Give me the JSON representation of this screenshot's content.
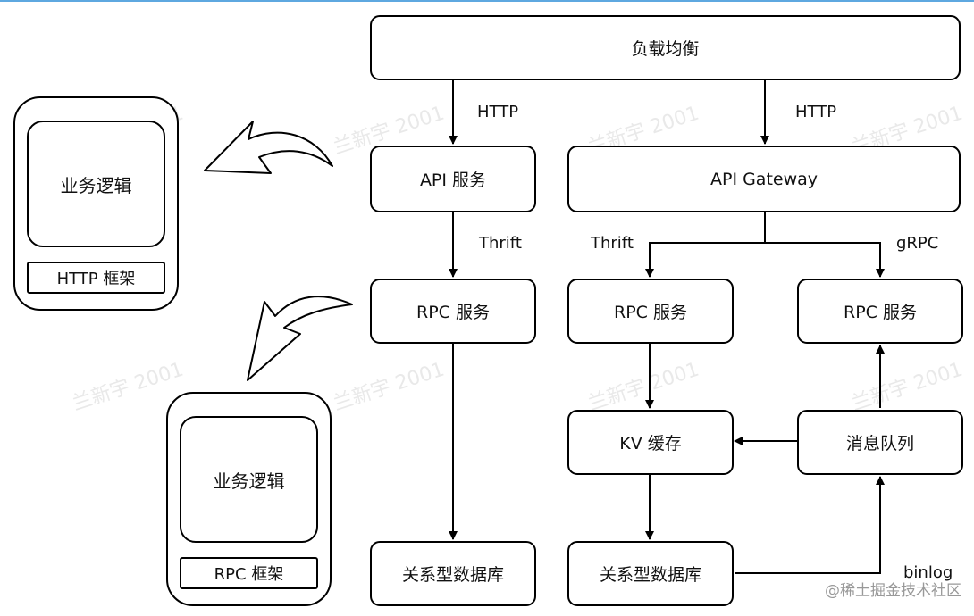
{
  "nodes": {
    "load_balancer": "负载均衡",
    "api_service": "API 服务",
    "api_gateway": "API Gateway",
    "rpc_service_left": "RPC 服务",
    "rpc_service_middle": "RPC 服务",
    "rpc_service_right": "RPC 服务",
    "kv_cache": "KV 缓存",
    "message_queue": "消息队列",
    "relational_db_left": "关系型数据库",
    "relational_db_right": "关系型数据库"
  },
  "edge_labels": {
    "http_left": "HTTP",
    "http_right": "HTTP",
    "thrift_left": "Thrift",
    "thrift_right": "Thrift",
    "grpc": "gRPC",
    "binlog": "binlog"
  },
  "http_stack": {
    "logic": "业务逻辑",
    "framework": "HTTP 框架"
  },
  "rpc_stack": {
    "logic": "业务逻辑",
    "framework": "RPC 框架"
  },
  "watermark": "兰新宇 2001",
  "site_mark": "@稀土掘金技术社区"
}
